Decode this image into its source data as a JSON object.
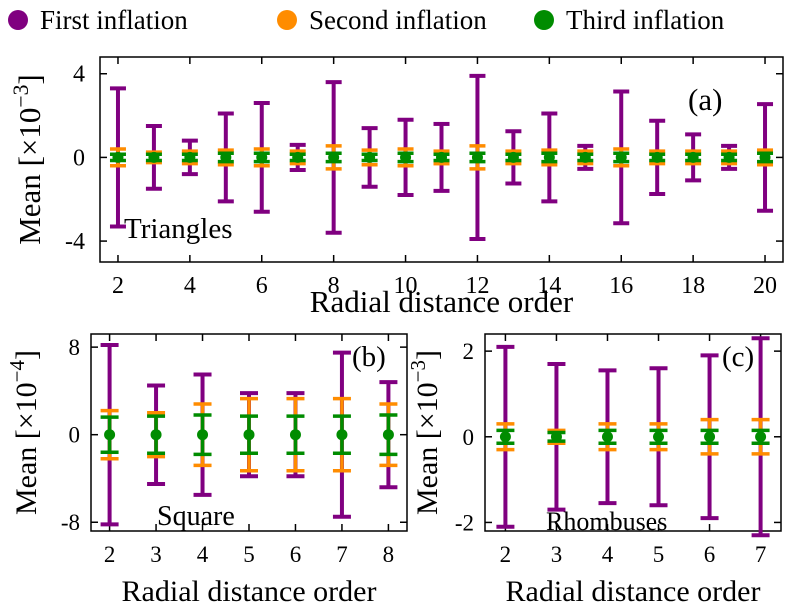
{
  "legend": {
    "items": [
      {
        "label": "First inflation",
        "color": "#800080"
      },
      {
        "label": "Second inflation",
        "color": "#ff8c00"
      },
      {
        "label": "Third inflation",
        "color": "#008c00"
      }
    ]
  },
  "chart_data": [
    {
      "type": "errorbar",
      "panel": "(a)",
      "shape_label": "Triangles",
      "xlabel": "Radial distance order",
      "ylabel": "Mean [×10",
      "ylabel_exp": "−3",
      "ylabel_close": "]",
      "xlim": [
        1.5,
        20.5
      ],
      "ylim": [
        -5,
        4.8
      ],
      "xticks": [
        2,
        4,
        6,
        8,
        10,
        12,
        14,
        16,
        18,
        20
      ],
      "yticks": [
        -4,
        0,
        4
      ],
      "x": [
        2,
        3,
        4,
        5,
        6,
        7,
        8,
        9,
        10,
        11,
        12,
        13,
        14,
        15,
        16,
        17,
        18,
        19,
        20
      ],
      "series": [
        {
          "name": "First inflation",
          "mean": [
            0,
            0,
            0,
            0,
            0,
            0,
            0,
            0,
            0,
            0,
            0,
            0,
            0,
            0,
            0,
            0,
            0,
            0,
            0
          ],
          "err": [
            3.3,
            1.5,
            0.8,
            2.1,
            2.6,
            0.6,
            3.6,
            1.4,
            1.8,
            1.6,
            3.9,
            1.25,
            2.1,
            0.55,
            3.15,
            1.75,
            1.1,
            0.55,
            2.55
          ]
        },
        {
          "name": "Second inflation",
          "mean": [
            0,
            0,
            0,
            0,
            0,
            0,
            0,
            0,
            0,
            0,
            0,
            0,
            0,
            0,
            0,
            0,
            0,
            0,
            0
          ],
          "err": [
            0.4,
            0.25,
            0.3,
            0.35,
            0.4,
            0.3,
            0.55,
            0.35,
            0.4,
            0.3,
            0.55,
            0.3,
            0.35,
            0.3,
            0.4,
            0.3,
            0.3,
            0.3,
            0.35
          ]
        },
        {
          "name": "Third inflation",
          "mean": [
            0,
            0,
            0,
            0,
            0,
            0,
            0,
            0,
            0,
            0,
            0,
            0,
            0,
            0,
            0,
            0,
            0,
            0,
            0
          ],
          "err": [
            0.15,
            0.15,
            0.15,
            0.2,
            0.2,
            0.15,
            0.2,
            0.15,
            0.2,
            0.15,
            0.2,
            0.15,
            0.2,
            0.15,
            0.2,
            0.15,
            0.15,
            0.15,
            0.2
          ]
        }
      ]
    },
    {
      "type": "errorbar",
      "panel": "(b)",
      "shape_label": "Square",
      "xlabel": "Radial distance order",
      "ylabel": "Mean [×10",
      "ylabel_exp": "−4",
      "ylabel_close": "]",
      "xlim": [
        1.6,
        8.4
      ],
      "ylim": [
        -8.8,
        9.2
      ],
      "xticks": [
        2,
        3,
        4,
        5,
        6,
        7,
        8
      ],
      "yticks": [
        -8,
        0,
        8
      ],
      "x": [
        2,
        3,
        4,
        5,
        6,
        7,
        8
      ],
      "series": [
        {
          "name": "First inflation",
          "mean": [
            0,
            0,
            0,
            0,
            0,
            0,
            0
          ],
          "err": [
            8.2,
            4.5,
            5.5,
            3.8,
            3.8,
            7.5,
            4.8
          ]
        },
        {
          "name": "Second inflation",
          "mean": [
            0,
            0,
            0,
            0,
            0,
            0,
            0
          ],
          "err": [
            2.2,
            2.0,
            2.8,
            3.3,
            3.3,
            3.3,
            2.8
          ]
        },
        {
          "name": "Third inflation",
          "mean": [
            0,
            0,
            0,
            0,
            0,
            0,
            0
          ],
          "err": [
            1.6,
            1.7,
            1.8,
            1.7,
            1.7,
            1.7,
            1.8
          ]
        }
      ]
    },
    {
      "type": "errorbar",
      "panel": "(c)",
      "shape_label": "Rhombuses",
      "xlabel": "Radial distance order",
      "ylabel": "Mean [×10",
      "ylabel_exp": "−3",
      "ylabel_close": "]",
      "xlim": [
        1.6,
        7.4
      ],
      "ylim": [
        -2.2,
        2.4
      ],
      "xticks": [
        2,
        3,
        4,
        5,
        6,
        7
      ],
      "yticks": [
        -2,
        0,
        2
      ],
      "x": [
        2,
        3,
        4,
        5,
        6,
        7
      ],
      "series": [
        {
          "name": "First inflation",
          "mean": [
            0,
            0,
            0,
            0,
            0,
            0
          ],
          "err": [
            2.1,
            1.7,
            1.55,
            1.6,
            1.9,
            2.3
          ]
        },
        {
          "name": "Second inflation",
          "mean": [
            0,
            0,
            0,
            0,
            0,
            0
          ],
          "err": [
            0.3,
            0.15,
            0.3,
            0.3,
            0.4,
            0.4
          ]
        },
        {
          "name": "Third inflation",
          "mean": [
            0,
            0,
            0,
            0,
            0,
            0
          ],
          "err": [
            0.15,
            0.1,
            0.15,
            0.15,
            0.15,
            0.15
          ]
        }
      ]
    }
  ]
}
